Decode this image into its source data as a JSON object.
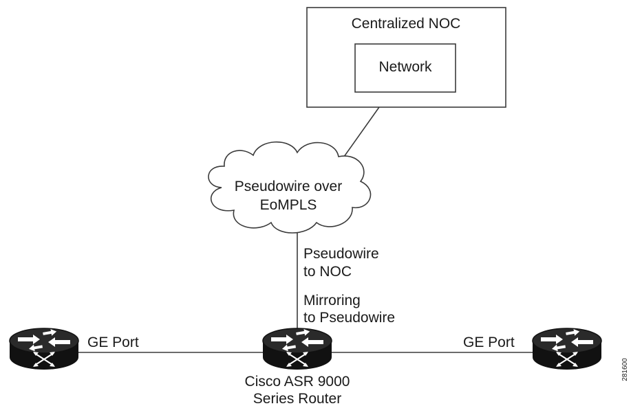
{
  "noc": {
    "title": "Centralized NOC",
    "inner_label": "Network"
  },
  "cloud": {
    "line1": "Pseudowire over",
    "line2": "EoMPLS"
  },
  "labels": {
    "pw_to_noc_line1": "Pseudowire",
    "pw_to_noc_line2": "to NOC",
    "mirroring_line1": "Mirroring",
    "mirroring_line2": "to Pseudowire",
    "ge_port_left": "GE Port",
    "ge_port_right": "GE Port",
    "router_line1": "Cisco ASR 9000",
    "router_line2": "Series Router",
    "figure_id": "281600"
  },
  "icons": {
    "left_router": "router-icon",
    "center_router": "router-icon",
    "right_router": "router-icon",
    "cloud": "cloud-icon"
  }
}
